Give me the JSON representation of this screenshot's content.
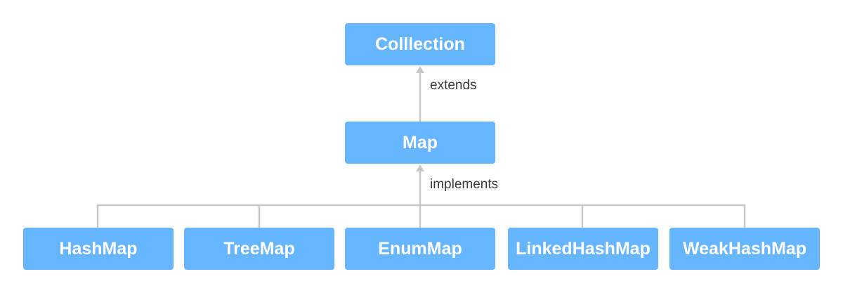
{
  "colors": {
    "node_fill": "#66b5ff",
    "node_text": "#ffffff",
    "connector": "#c8c8c8",
    "label_text": "#3a3a3a"
  },
  "nodes": {
    "collection": "Colllection",
    "map": "Map",
    "hashmap": "HashMap",
    "treemap": "TreeMap",
    "enummap": "EnumMap",
    "linkedhashmap": "LinkedHashMap",
    "weakhashmap": "WeakHashMap"
  },
  "edges": {
    "extends_label": "extends",
    "implements_label": "implements"
  }
}
